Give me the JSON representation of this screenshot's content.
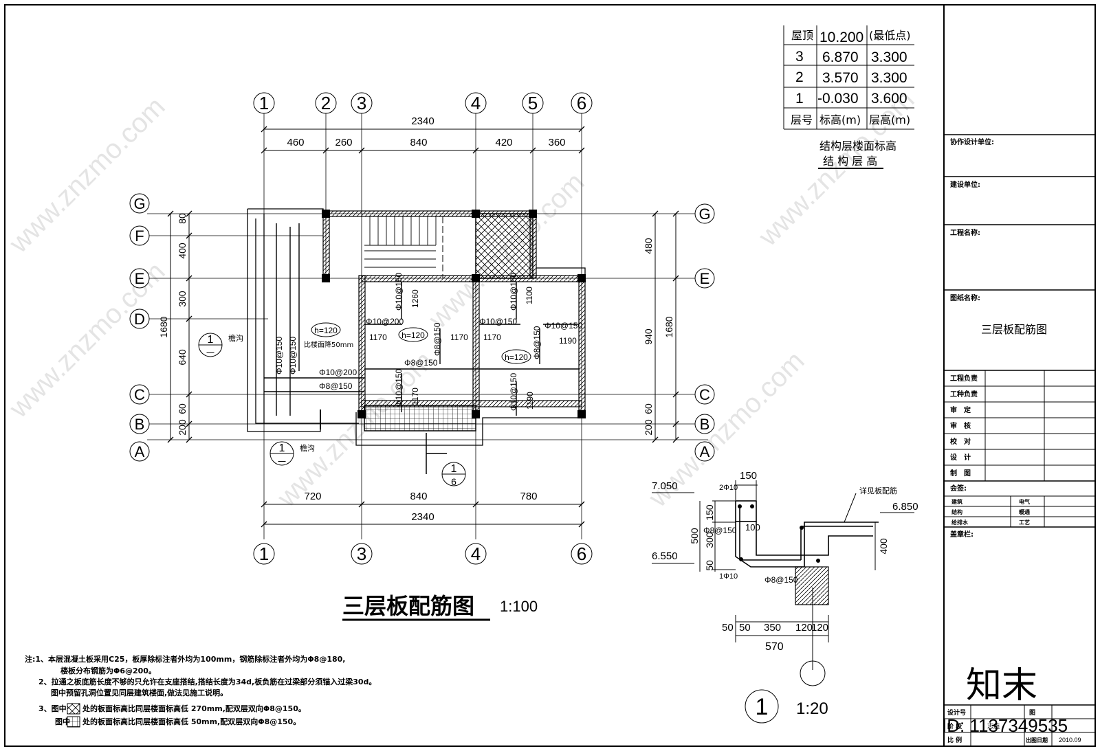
{
  "floor_table": {
    "rows": [
      {
        "floor": "屋顶",
        "elev": "10.200",
        "height": "(最低点)"
      },
      {
        "floor": "3",
        "elev": "6.870",
        "height": "3.300"
      },
      {
        "floor": "2",
        "elev": "3.570",
        "height": "3.300"
      },
      {
        "floor": "1",
        "elev": "-0.030",
        "height": "3.600"
      }
    ],
    "header": {
      "floor": "层号",
      "elev": "标高(m)",
      "height": "层高(m)"
    },
    "caption1": "结构层楼面标高",
    "caption2": "结 构 层 高"
  },
  "grid": {
    "top_axes": [
      "1",
      "2",
      "3",
      "4",
      "5",
      "6"
    ],
    "bottom_axes": [
      "1",
      "3",
      "4",
      "6"
    ],
    "row_axes": [
      "G",
      "F",
      "E",
      "D",
      "C",
      "B",
      "A"
    ],
    "top_total": "2340",
    "top_dims": [
      "460",
      "260",
      "840",
      "420",
      "360"
    ],
    "bottom_dims": [
      "720",
      "840",
      "780"
    ],
    "bottom_total": "2340",
    "left_dims": [
      "80",
      "400",
      "300",
      "640",
      "60",
      "200"
    ],
    "left_total": "1680",
    "right_dims": [
      "480",
      "940",
      "60",
      "200"
    ],
    "right_total": "1680"
  },
  "plan_labels": {
    "h1": "h=120",
    "h2": "h=120",
    "h3": "h=120",
    "lower": "比楼面降50mm",
    "gutter1": "檐沟",
    "gutter2": "檐沟",
    "r1": "Φ10@200",
    "r2": "Φ10@150",
    "r3": "Φ8@150",
    "r4": "Φ10@150",
    "r5": "Φ8@150",
    "r6": "Φ8@150",
    "r7": "Φ10@150",
    "r8": "Φ10@150",
    "r9": "Φ10@150",
    "r10": "Φ10@150",
    "r11": "Φ10@200",
    "r12": "Φ8@150",
    "r13": "Φ10@150",
    "r14": "Φ10@150",
    "d1": "1260",
    "d2": "1170",
    "d3": "1170",
    "d4": "1100",
    "d5": "1170",
    "d6": "1190",
    "d7": "1170",
    "d8": "1190",
    "sec_num": "1",
    "sec_sub": "一",
    "sec_num2": "1",
    "sec_sub2": "一",
    "sec_num3": "1",
    "sec_sub3": "6"
  },
  "main_title": "三层板配筋图",
  "main_scale": "1:100",
  "section": {
    "elev1": "7.050",
    "elev2": "6.550",
    "elev3": "6.850",
    "top_w": "150",
    "bar1": "2Φ10",
    "bar2": "Φ8@150",
    "bar3": "1Φ10",
    "bar4": "Φ8@150",
    "note": "详见板配筋",
    "v1": "150",
    "v2": "500",
    "v3": "300",
    "v4": "50",
    "v5": "100",
    "v6": "400",
    "b1": "50",
    "b2": "50",
    "b3": "350",
    "b4": "120",
    "b5": "120",
    "b_total": "570",
    "label_num": "1",
    "label_scale": "1:20"
  },
  "notes": {
    "n1a": "注:1、本层混凝土板采用C25，板厚除标注者外均为100mm，钢筋除标注者外均为Φ8@180,",
    "n1b": "楼板分布钢筋为Φ6@200。",
    "n2a": "2、拉通之板底筋长度不够的只允许在支座搭结,搭结长度为34d,板负筋在过梁部分须锚入过梁30d。",
    "n2b": "图中预留孔洞位置见同层建筑楼面,做法见施工说明。",
    "n3a": "3、图中",
    "n3b": "处的板面标高比同层楼面标高低 270mm,配双层双向Φ8@150。",
    "n4a": "图中",
    "n4b": "处的板面标高比同层楼面标高低 50mm,配双层双向Φ8@150。"
  },
  "title_block": {
    "coop": "协作设计单位:",
    "client": "建设单位:",
    "project": "工程名称:",
    "drawing_name_label": "图纸名称:",
    "drawing_name": "三层板配筋图",
    "roles": [
      "工程负责",
      "工种负责",
      "审　定",
      "审　核",
      "校　对",
      "设　计",
      "制　图"
    ],
    "countersign": "会签:",
    "cs_left": [
      "建筑",
      "结构",
      "给排水"
    ],
    "cs_right": [
      "电气",
      "暖通",
      "工艺"
    ],
    "stamp": "盖章栏:",
    "design_no": "设计号",
    "fig": "图",
    "date_label": "出图日期",
    "date": "2010.09",
    "scale": "比 例",
    "phase": "阶 段",
    "phase_val": "志施"
  },
  "watermark": {
    "text": "www.znzmo.com",
    "brand": "知末",
    "id": "ID: 1137349535"
  }
}
